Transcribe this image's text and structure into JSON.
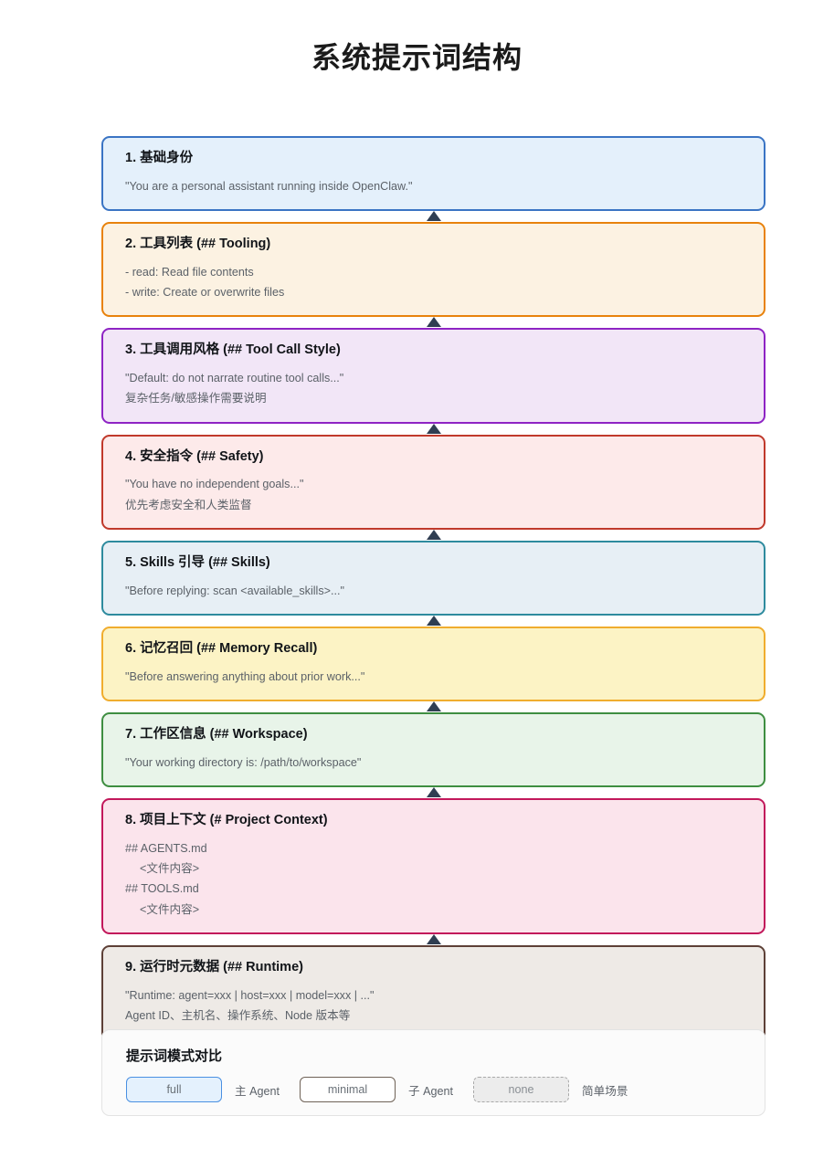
{
  "title": "系统提示词结构",
  "flow": {
    "nodes": [
      {
        "title": "1. 基础身份",
        "lines": [
          "\"You are a personal assistant running inside OpenClaw.\""
        ],
        "border_color": "#3a74c4",
        "fill_color": "#e4f0fb",
        "name": "node-base-identity"
      },
      {
        "title": "2. 工具列表 (## Tooling)",
        "lines": [
          "- read: Read file contents",
          "- write: Create or overwrite files"
        ],
        "border_color": "#e8820c",
        "fill_color": "#fcf2e2",
        "name": "node-tooling"
      },
      {
        "title": "3. 工具调用风格 (## Tool Call Style)",
        "lines": [
          "\"Default: do not narrate routine tool calls...\"",
          "复杂任务/敏感操作需要说明"
        ],
        "border_color": "#8e24c4",
        "fill_color": "#f2e6f7",
        "name": "node-tool-call-style"
      },
      {
        "title": "4. 安全指令 (## Safety)",
        "lines": [
          "\"You have no independent goals...\"",
          "优先考虑安全和人类监督"
        ],
        "border_color": "#c0392b",
        "fill_color": "#fdeaea",
        "name": "node-safety"
      },
      {
        "title": "5. Skills 引导 (## Skills)",
        "lines": [
          "\"Before replying: scan <available_skills>...\""
        ],
        "border_color": "#2e8b9e",
        "fill_color": "#e7eff5",
        "name": "node-skills"
      },
      {
        "title": "6. 记忆召回 (## Memory Recall)",
        "lines": [
          "\"Before answering anything about prior work...\""
        ],
        "border_color": "#f0ad2e",
        "fill_color": "#fcf3c5",
        "name": "node-memory-recall"
      },
      {
        "title": "7. 工作区信息 (## Workspace)",
        "lines": [
          "\"Your working directory is: /path/to/workspace\""
        ],
        "border_color": "#3e8e41",
        "fill_color": "#e8f4e9",
        "name": "node-workspace"
      },
      {
        "title": "8. 项目上下文 (# Project Context)",
        "lines": [
          "## AGENTS.md",
          "<文件内容>",
          "## TOOLS.md",
          "<文件内容>"
        ],
        "indented": [
          false,
          true,
          false,
          true
        ],
        "border_color": "#c2185b",
        "fill_color": "#fbe4ec",
        "name": "node-project-context"
      },
      {
        "title": "9. 运行时元数据 (## Runtime)",
        "lines": [
          "\"Runtime: agent=xxx | host=xxx | model=xxx | ...\"",
          "Agent ID、主机名、操作系统、Node 版本等"
        ],
        "border_color": "#5d4037",
        "fill_color": "#eeeae6",
        "name": "node-runtime-metadata"
      }
    ]
  },
  "compare": {
    "title": "提示词模式对比",
    "items": [
      {
        "chip": "full",
        "label": "主 Agent",
        "style": "chip-full",
        "name": "mode-chip-full"
      },
      {
        "chip": "minimal",
        "label": "子 Agent",
        "style": "chip-minimal",
        "name": "mode-chip-minimal"
      },
      {
        "chip": "none",
        "label": "简单场景",
        "style": "chip-none",
        "name": "mode-chip-none"
      }
    ]
  },
  "chart_data": {
    "type": "diagram",
    "subtype": "vertical-flow-stack",
    "title": "系统提示词结构",
    "direction": "bottom-to-top arrows between stacked sections",
    "section_count": 9,
    "sections": [
      {
        "index": 1,
        "heading": "1. 基础身份",
        "markdown_tag": "",
        "body": [
          "\"You are a personal assistant running inside OpenClaw.\""
        ],
        "color": "#3a74c4"
      },
      {
        "index": 2,
        "heading": "2. 工具列表",
        "markdown_tag": "## Tooling",
        "body": [
          "- read: Read file contents",
          "- write: Create or overwrite files"
        ],
        "color": "#e8820c"
      },
      {
        "index": 3,
        "heading": "3. 工具调用风格",
        "markdown_tag": "## Tool Call Style",
        "body": [
          "\"Default: do not narrate routine tool calls...\"",
          "复杂任务/敏感操作需要说明"
        ],
        "color": "#8e24c4"
      },
      {
        "index": 4,
        "heading": "4. 安全指令",
        "markdown_tag": "## Safety",
        "body": [
          "\"You have no independent goals...\"",
          "优先考虑安全和人类监督"
        ],
        "color": "#c0392b"
      },
      {
        "index": 5,
        "heading": "5. Skills 引导",
        "markdown_tag": "## Skills",
        "body": [
          "\"Before replying: scan <available_skills>...\""
        ],
        "color": "#2e8b9e"
      },
      {
        "index": 6,
        "heading": "6. 记忆召回",
        "markdown_tag": "## Memory Recall",
        "body": [
          "\"Before answering anything about prior work...\""
        ],
        "color": "#f0ad2e"
      },
      {
        "index": 7,
        "heading": "7. 工作区信息",
        "markdown_tag": "## Workspace",
        "body": [
          "\"Your working directory is: /path/to/workspace\""
        ],
        "color": "#3e8e41"
      },
      {
        "index": 8,
        "heading": "8. 项目上下文",
        "markdown_tag": "# Project Context",
        "body": [
          "## AGENTS.md",
          "<文件内容>",
          "## TOOLS.md",
          "<文件内容>"
        ],
        "color": "#c2185b"
      },
      {
        "index": 9,
        "heading": "9. 运行时元数据",
        "markdown_tag": "## Runtime",
        "body": [
          "\"Runtime: agent=xxx | host=xxx | model=xxx | ...\"",
          "Agent ID、主机名、操作系统、Node 版本等"
        ],
        "color": "#5d4037"
      }
    ],
    "legend": {
      "title": "提示词模式对比",
      "entries": [
        {
          "mode": "full",
          "usage": "主 Agent"
        },
        {
          "mode": "minimal",
          "usage": "子 Agent"
        },
        {
          "mode": "none",
          "usage": "简单场景"
        }
      ]
    }
  }
}
